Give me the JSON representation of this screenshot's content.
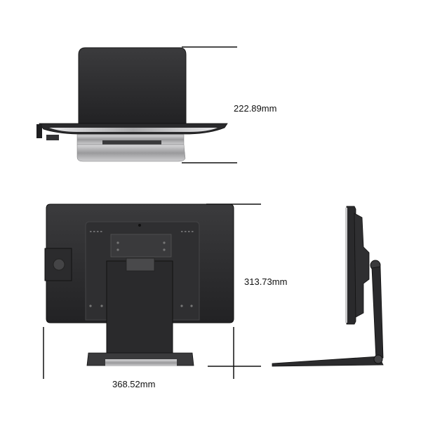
{
  "dimensions": {
    "depth": "222.89mm",
    "height": "313.73mm",
    "width": "368.52mm"
  },
  "views": {
    "top": "top-view",
    "front": "back-view",
    "side": "side-view"
  },
  "colors": {
    "body": "#2b2b2d",
    "body_dark": "#1c1c1e",
    "bezel": "#3a3a3c",
    "metal": "#b9b9bb",
    "metal_dark": "#8e8e90",
    "line": "#111111"
  }
}
